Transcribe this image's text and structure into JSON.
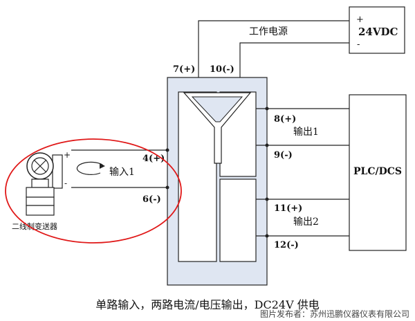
{
  "power": {
    "label": "工作电源",
    "supply": "24VDC",
    "plus": "+",
    "minus": "-"
  },
  "isolator": {
    "terminal_7": "7(+)",
    "terminal_10": "10(-)",
    "terminal_4": "4(+)",
    "terminal_6": "6(-)",
    "terminal_8": "8(+)",
    "terminal_9": "9(-)",
    "terminal_11": "11(+)",
    "terminal_12": "12(-)"
  },
  "input": {
    "label": "输入1",
    "plus": "+",
    "minus": "-",
    "transmitter_label": "二线制变送器"
  },
  "outputs": {
    "output1": "输出1",
    "output2": "输出2"
  },
  "plc": {
    "label": "PLC/DCS"
  },
  "caption": "单路输入，两路电流/电压输出，DC24V 供电",
  "watermark": "图片发布者：苏州迅鹏仪器仪表有限公司",
  "colors": {
    "module_fill": "#dfe6f2",
    "highlight_ellipse": "#e01818",
    "line": "#222222",
    "watermark": "#555555"
  }
}
